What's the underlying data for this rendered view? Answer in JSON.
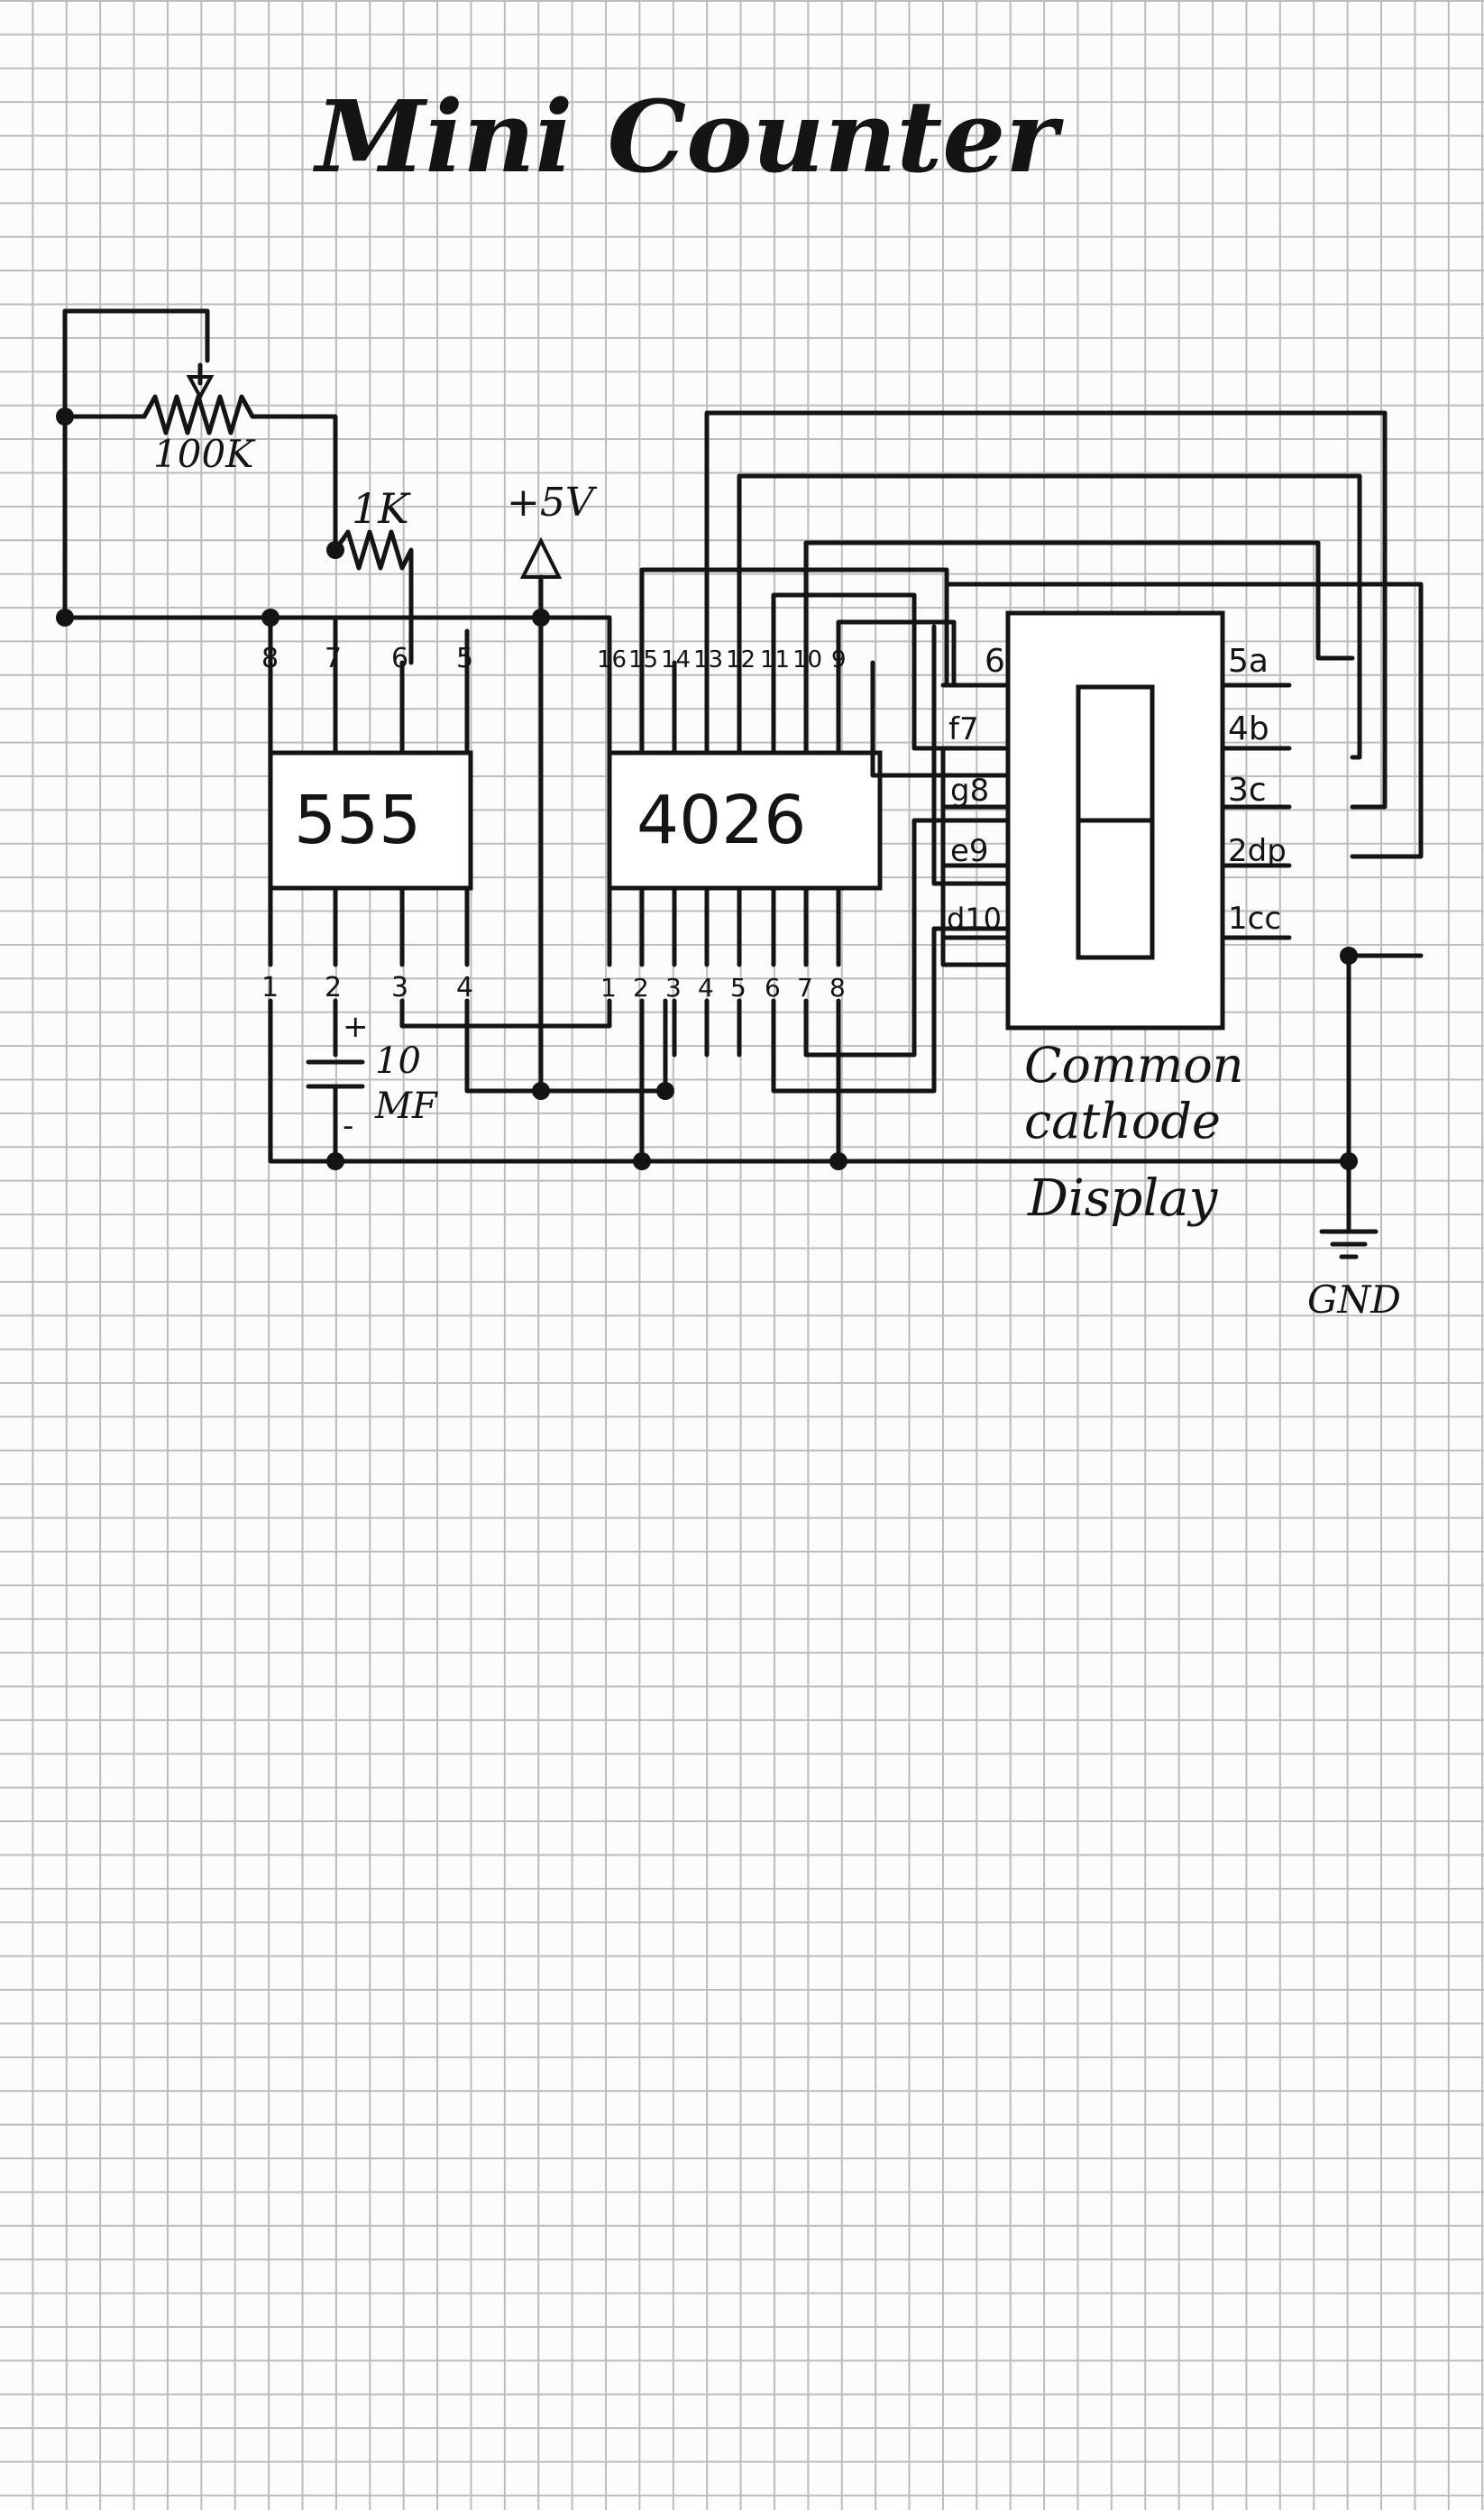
{
  "title": "Mini Counter",
  "components": {
    "pot": "100K",
    "resistor": "1K",
    "vcc": "+5V",
    "timer_ic": "555",
    "counter_ic": "4026",
    "capacitor_plus": "+",
    "capacitor_minus": "-",
    "capacitor_value": "10",
    "capacitor_unit": "MF",
    "display_line1": "Common",
    "display_line2": "cathode",
    "display_line3": "Display",
    "ground": "GND"
  },
  "pins_555": {
    "top": [
      "8",
      "7",
      "6",
      "5"
    ],
    "bottom": [
      "1",
      "2",
      "3",
      "4"
    ]
  },
  "pins_4026": {
    "top": [
      "16",
      "15",
      "14",
      "13",
      "12",
      "11",
      "10",
      "9"
    ],
    "bottom": [
      "1",
      "2",
      "3",
      "4",
      "5",
      "6",
      "7",
      "8"
    ]
  },
  "display_pins": {
    "left": [
      "6",
      "f7",
      "g8",
      "e9",
      "d10"
    ],
    "right": [
      "5a",
      "4b",
      "3c",
      "2dp",
      "1cc"
    ]
  }
}
